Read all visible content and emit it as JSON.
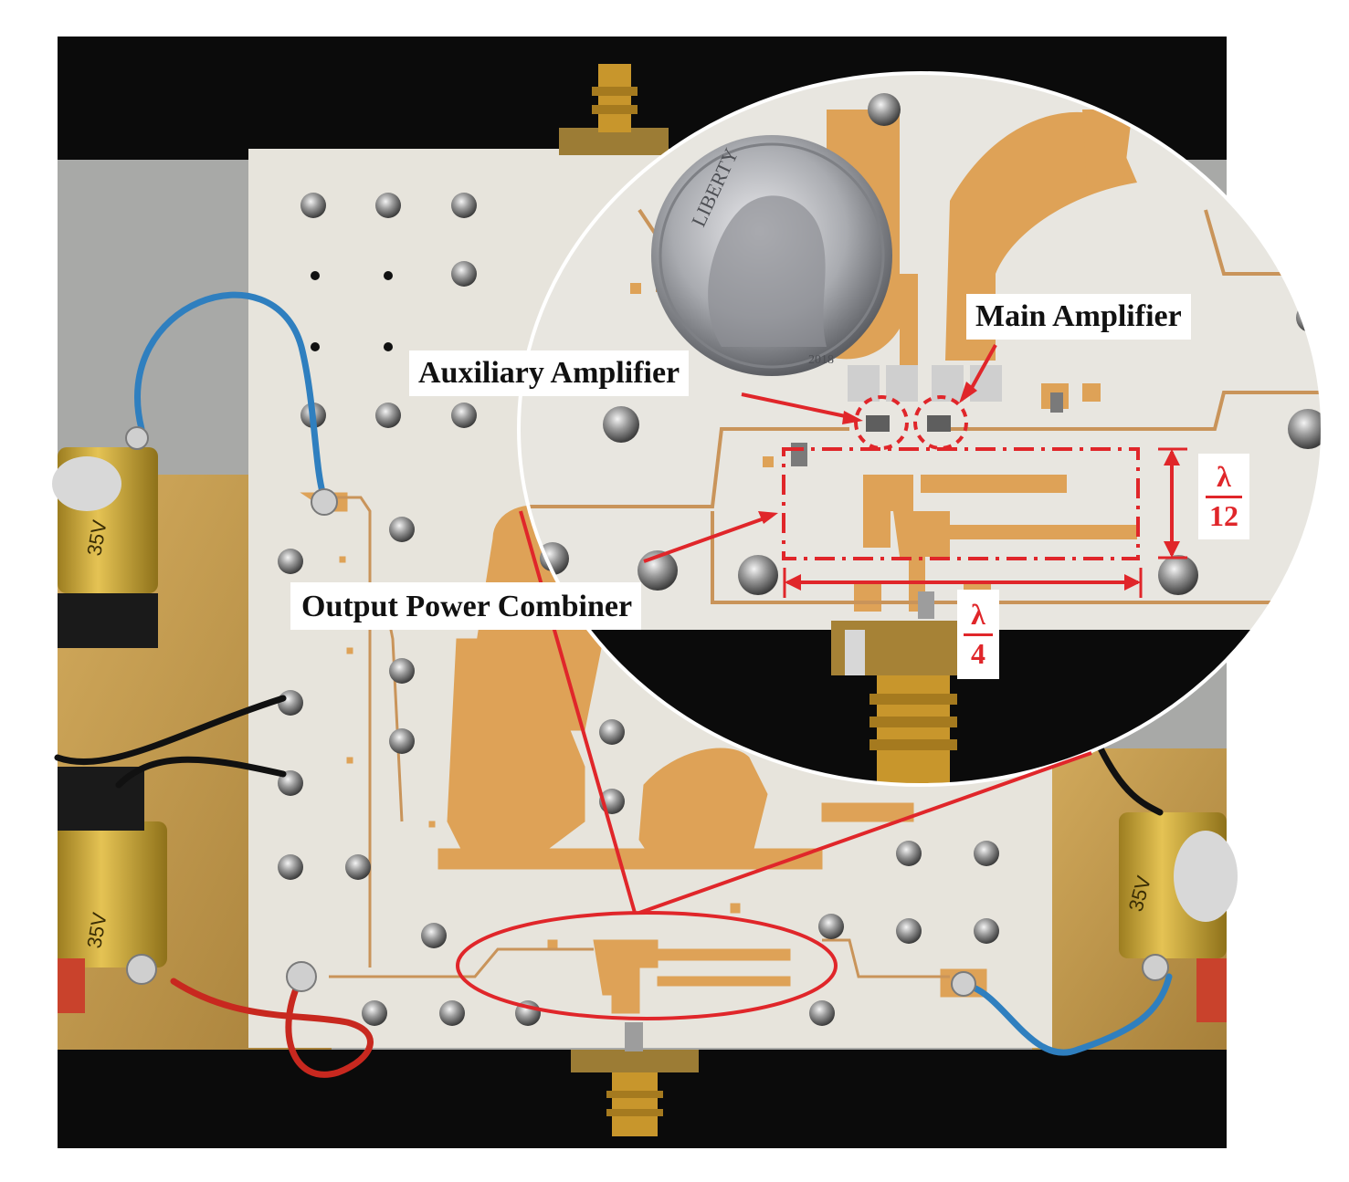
{
  "figure": {
    "subject": "Doherty power amplifier prototype board photograph with magnified inset",
    "labels": {
      "main_amplifier": "Main Amplifier",
      "auxiliary_amplifier": "Auxiliary Amplifier",
      "output_power_combiner": "Output Power Combiner"
    },
    "dimensions": {
      "height_fraction": {
        "numerator": "λ",
        "denominator": "12"
      },
      "width_fraction": {
        "numerator": "λ",
        "denominator": "4"
      }
    },
    "coin_text": {
      "legend": "LIBERTY",
      "year": "2018"
    },
    "capacitor_markings": {
      "left_top": "35V",
      "left_bottom": "35V",
      "right": "35V"
    },
    "colors": {
      "background_black": "#0b0b0b",
      "substrate": "#e7e4dc",
      "copper_trace": "#dea257",
      "brass_plate": "#c89c4a",
      "annotation_red": "#e0262a"
    }
  }
}
